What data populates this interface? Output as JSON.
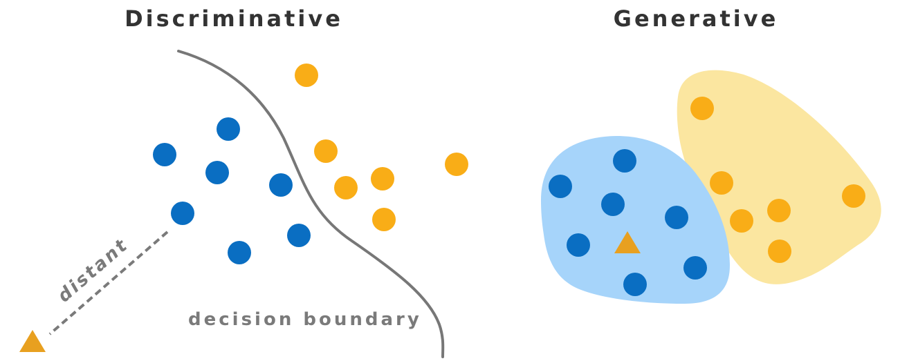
{
  "titles": {
    "discriminative": "Discriminative",
    "generative": "Generative"
  },
  "labels": {
    "decision_boundary": "decision boundary",
    "distant": "distant"
  },
  "colors": {
    "blue_point": "#0a6ec2",
    "orange_point": "#f9ad17",
    "triangle": "#e8a020",
    "blue_region": "#a6d4fa",
    "yellow_region": "#fbe6a0",
    "boundary_line": "#777777",
    "dashed_line": "#7a7a7a"
  },
  "legend_semantics": {
    "blue_point": "class-a-point",
    "orange_point": "class-b-point",
    "triangle": "query-point"
  }
}
